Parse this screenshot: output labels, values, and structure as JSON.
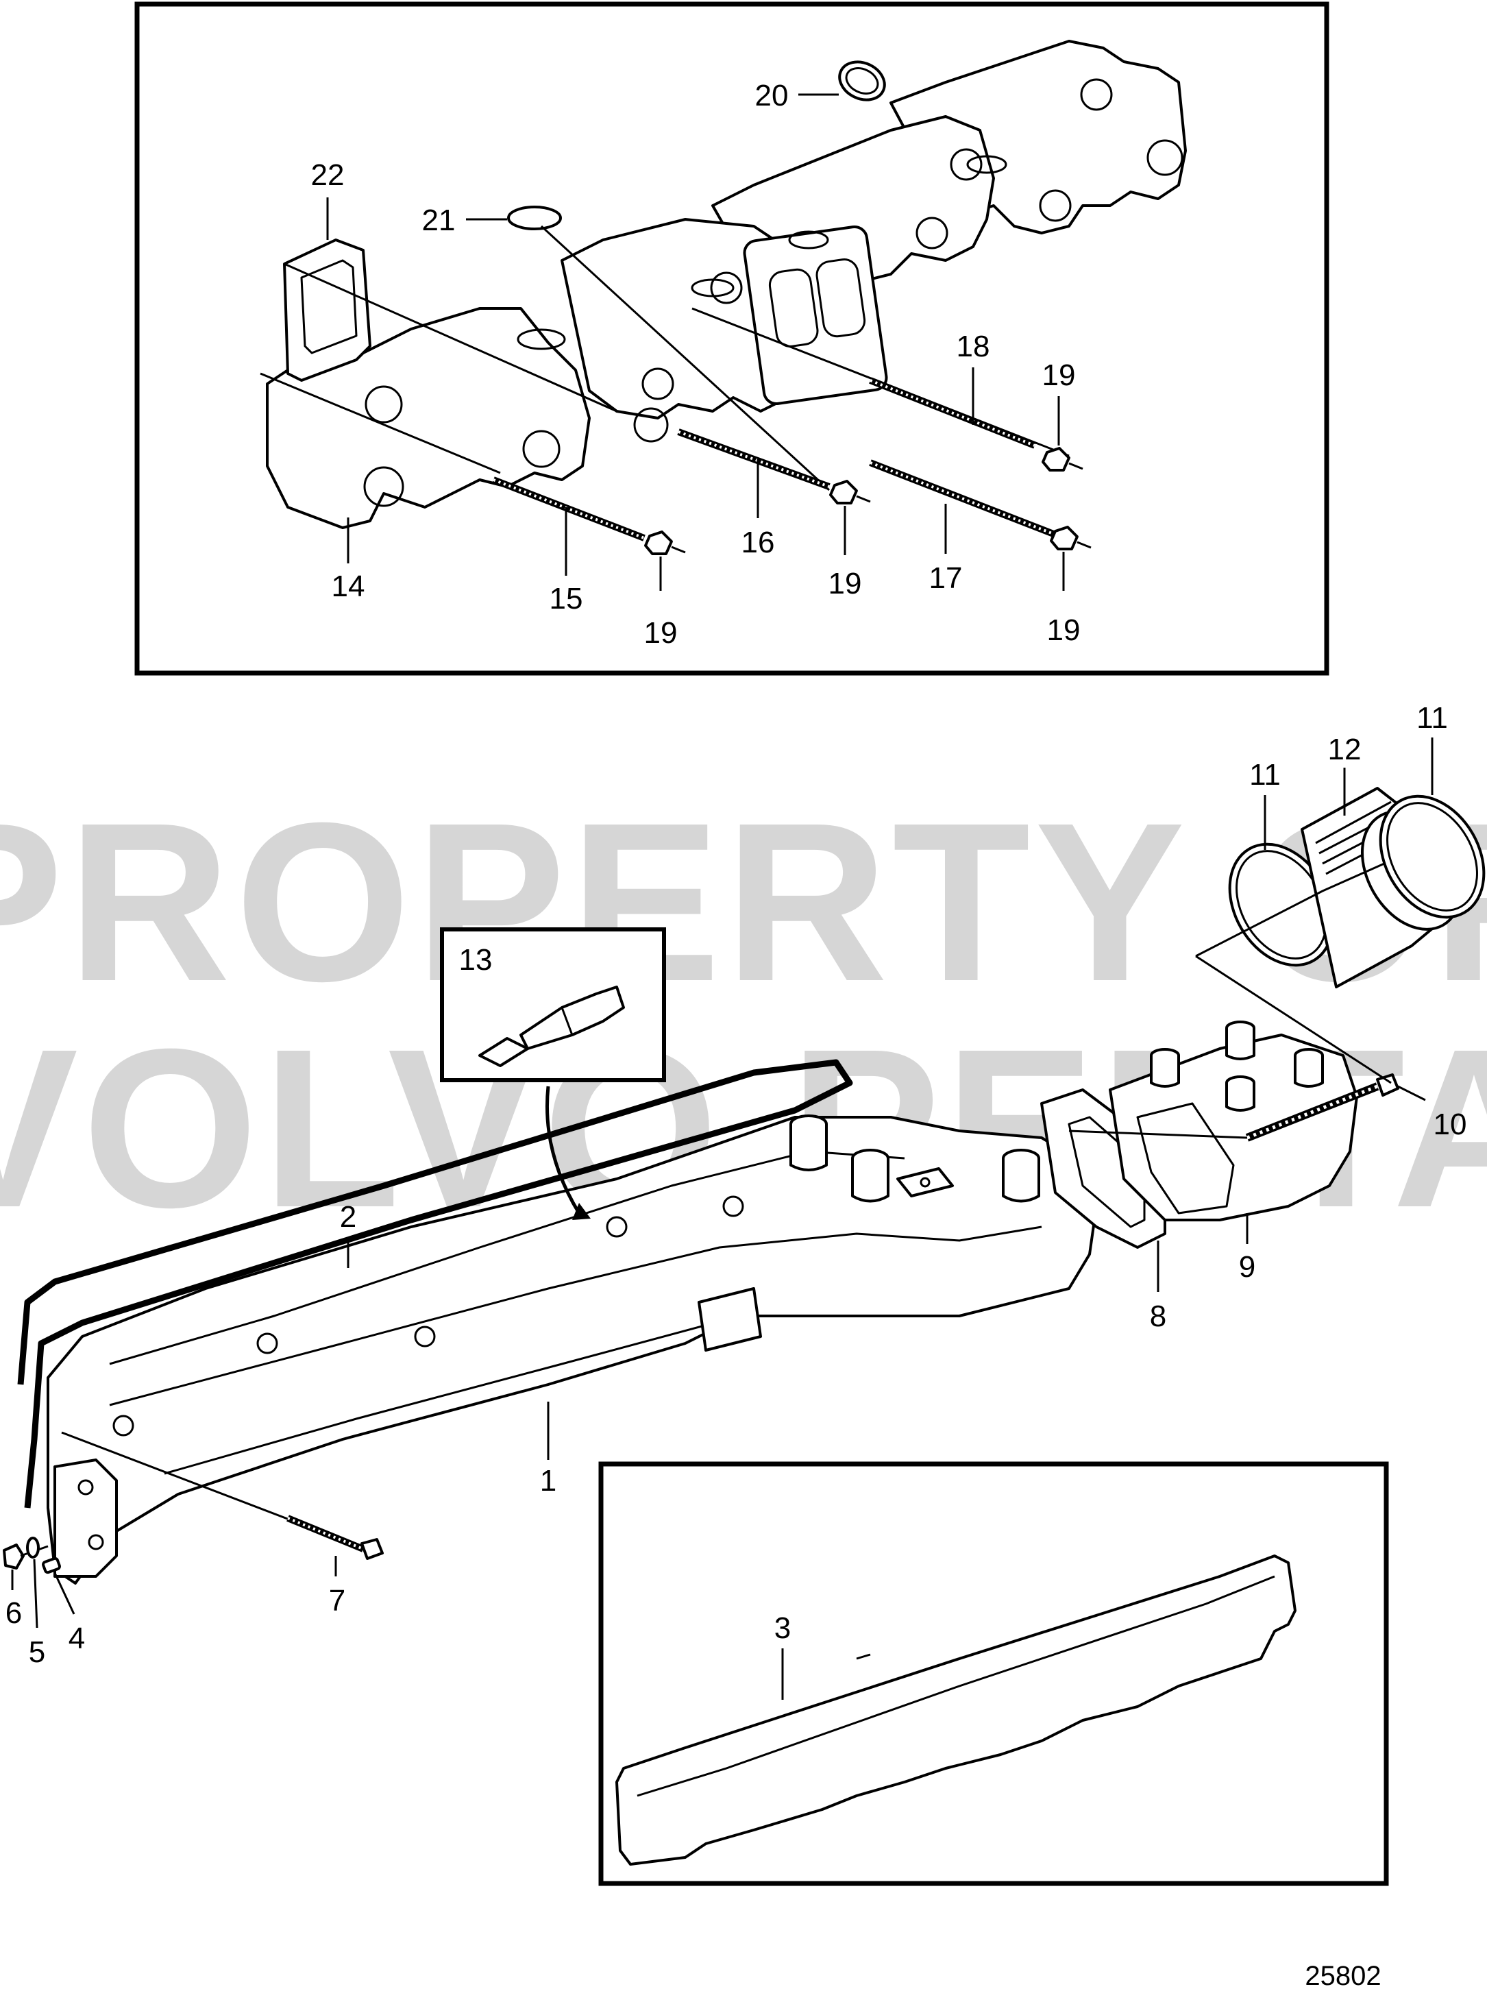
{
  "drawing_number": "25802",
  "watermark": {
    "line1": "PROPERTY OF",
    "line2": "VOLVO PENTA"
  },
  "top_inset": {
    "labels": [
      "14",
      "15",
      "16",
      "17",
      "18",
      "19",
      "19",
      "19",
      "19",
      "20",
      "21",
      "22"
    ]
  },
  "main_labels": [
    "1",
    "2",
    "4",
    "5",
    "6",
    "7",
    "8",
    "9",
    "10",
    "11",
    "11",
    "12"
  ],
  "sealant_inset": {
    "label": "13"
  },
  "gasket_inset": {
    "label": "3"
  }
}
